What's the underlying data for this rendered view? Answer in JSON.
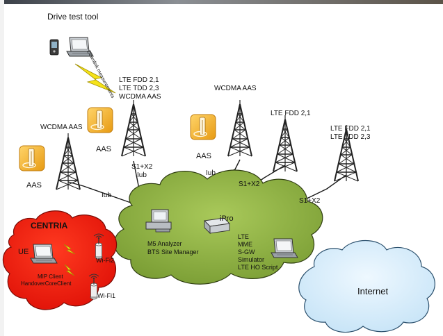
{
  "drive_test": {
    "title": "Drive test tool",
    "note": "Downlink measurements"
  },
  "sites": {
    "site1": {
      "label": "WCDMA AAS",
      "aas_label": "AAS"
    },
    "site2": {
      "label_lines": [
        "LTE FDD 2,1",
        "LTE TDD 2,3",
        "WCDMA AAS"
      ],
      "aas_label": "AAS"
    },
    "site3": {
      "label": "WCDMA AAS",
      "aas_label": "AAS"
    },
    "site4": {
      "label": "LTE FDD 2,1"
    },
    "site5": {
      "label_lines": [
        "LTE FDD 2,1",
        "LTE TDD 2,3"
      ]
    }
  },
  "links": {
    "iub_1": "Iub",
    "s1x2_iub": [
      "S1+X2",
      "Iub"
    ],
    "iub_3": "Iub",
    "s1x2_4": "S1+X2",
    "s1x2_5": "S1+X2"
  },
  "core": {
    "ipro": "iPro",
    "analyzer": [
      "M5 Analyzer",
      "BTS Site Manager"
    ],
    "lte": [
      "LTE",
      "MME",
      "S-GW",
      "Simulator",
      "LTE HO Script"
    ]
  },
  "centria": {
    "title": "CENTRIA",
    "ue": "UE",
    "client": [
      "MIP Client",
      "HandoverCoreClient"
    ],
    "wifi2": "Wi-Fi2",
    "wifi1": "Wi-Fi1"
  },
  "internet": {
    "label": "Internet"
  },
  "colors": {
    "core_cloud": "#86aa3e",
    "centria_cloud": "#f01e0e",
    "internet_cloud": "#d7eefa",
    "aas_yellow": "#f3b12a",
    "link": "#1a1a1a"
  }
}
